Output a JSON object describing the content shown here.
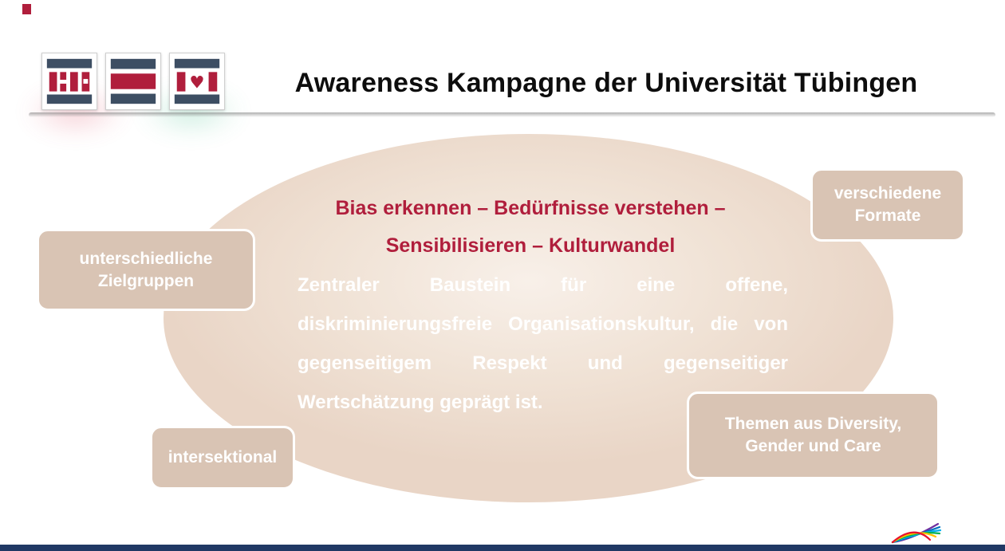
{
  "header": {
    "title": "Awareness Kampagne der Universität Tübingen"
  },
  "ellipse": {
    "heading_line1": "Bias erkennen – Bedürfnisse verstehen –",
    "heading_line2": "Sensibilisieren – Kulturwandel",
    "body": "Zentraler Baustein für eine offene, diskriminierungsfreie Organisationskultur, die von gegenseitigem Respekt und gegenseitiger Wertschätzung geprägt ist."
  },
  "badges": [
    {
      "label": "unterschiedliche Zielgruppen"
    },
    {
      "label": "verschiedene Formate"
    },
    {
      "label": "intersektional"
    },
    {
      "label": "Themen aus Diversity, Gender und Care"
    }
  ],
  "icons": {
    "logo_tile_1": "university-logo-letters-icon",
    "logo_tile_2": "university-logo-stripes-icon",
    "logo_tile_3": "university-logo-heart-icon",
    "footer_logo": "rainbow-swoosh-icon"
  },
  "colors": {
    "accent_red": "#b01e3c",
    "ellipse_fill": "#f0e2d5",
    "badge_fill": "#d9c4b4",
    "footer_bar": "#203864",
    "logo_slate": "#3d4e63"
  }
}
